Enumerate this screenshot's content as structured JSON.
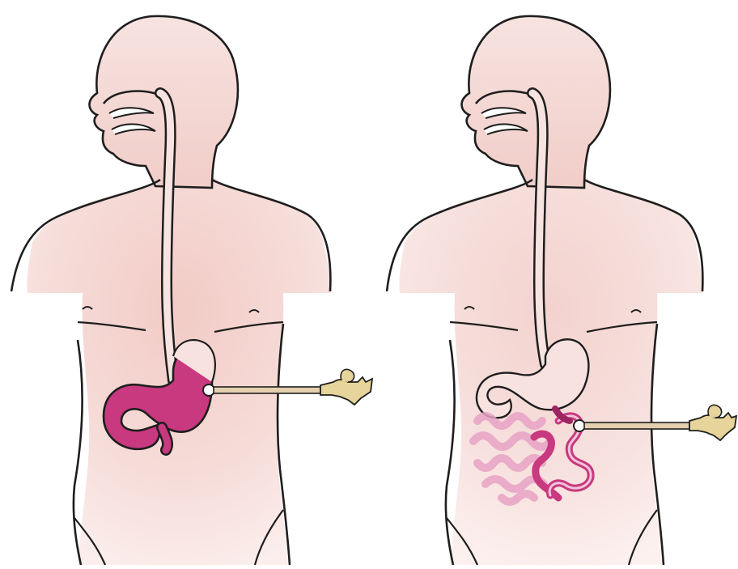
{
  "figures": [
    {
      "id": "left",
      "highlight": "stomach",
      "tube_entry": "stomach"
    },
    {
      "id": "right",
      "highlight": "small-intestine",
      "tube_entry": "jejunum"
    }
  ],
  "colors": {
    "background": "#ffffff",
    "skin_light": "#f8e2e0",
    "skin_mid": "#f2cfcb",
    "outline": "#1e1e1e",
    "organ_magenta": "#c8397f",
    "organ_magenta_dark": "#9e2462",
    "intestine_light": "#e7a2c4",
    "tube": "#d8c3a0",
    "tube_dark": "#8a7a5e",
    "connector": "#e6d49a"
  }
}
